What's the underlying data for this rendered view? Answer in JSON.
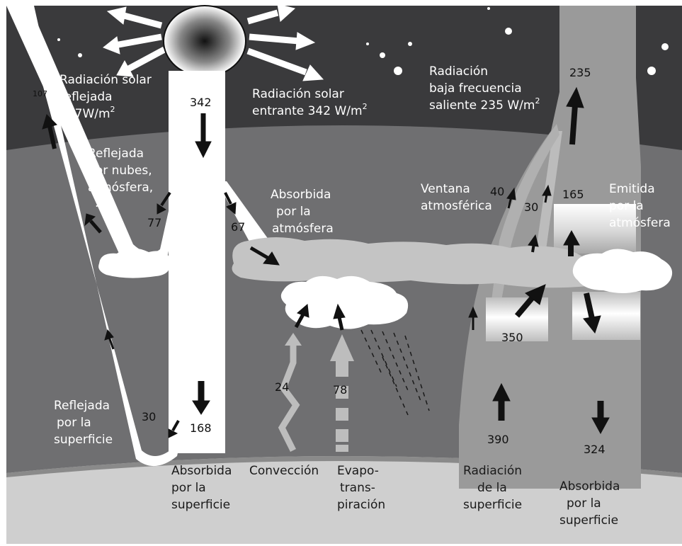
{
  "labels": {
    "reflected_solar": [
      "Radiación solar",
      "reflejada",
      "107W/m",
      "2"
    ],
    "incoming_solar": [
      "Radiación solar",
      "entrante 342 W/m",
      "2"
    ],
    "outgoing_lw": [
      "Radiación",
      "baja frecuencia",
      "saliente  235 W/m",
      "2"
    ],
    "reflected_clouds": [
      "Reflejada",
      "por nubes,",
      "atmósfera,",
      "..."
    ],
    "absorbed_atm": [
      "Absorbida",
      "por la",
      "atmósfera"
    ],
    "window": [
      "Ventana",
      "atmosférica"
    ],
    "emitted_atm": [
      "Emitida",
      "por la",
      "atmósfera"
    ],
    "reflected_surface": [
      "Reflejada",
      "por  la",
      "superficie"
    ],
    "absorbed_surface_left": [
      "Absorbida",
      "por la",
      "superficie"
    ],
    "convection": "Convección",
    "evapo": [
      "Evapo-",
      "trans-",
      "piración"
    ],
    "surface_radiation": [
      "Radiación",
      "de la",
      "superficie"
    ],
    "absorbed_surface_right": [
      "Absorbida",
      "por la",
      "superficie"
    ]
  },
  "values": {
    "reflected_total": "107",
    "incoming": "342",
    "outgoing": "235",
    "clouds_reflected": "77",
    "atm_absorbed": "67",
    "surface_reflected": "30",
    "surface_absorbed": "168",
    "convection": "24",
    "evapotranspiration": "78",
    "window": "40",
    "greenhouse_out": "30",
    "atm_emitted": "165",
    "surface_to_atm": "350",
    "surface_radiation": "390",
    "back_radiation": "324"
  }
}
